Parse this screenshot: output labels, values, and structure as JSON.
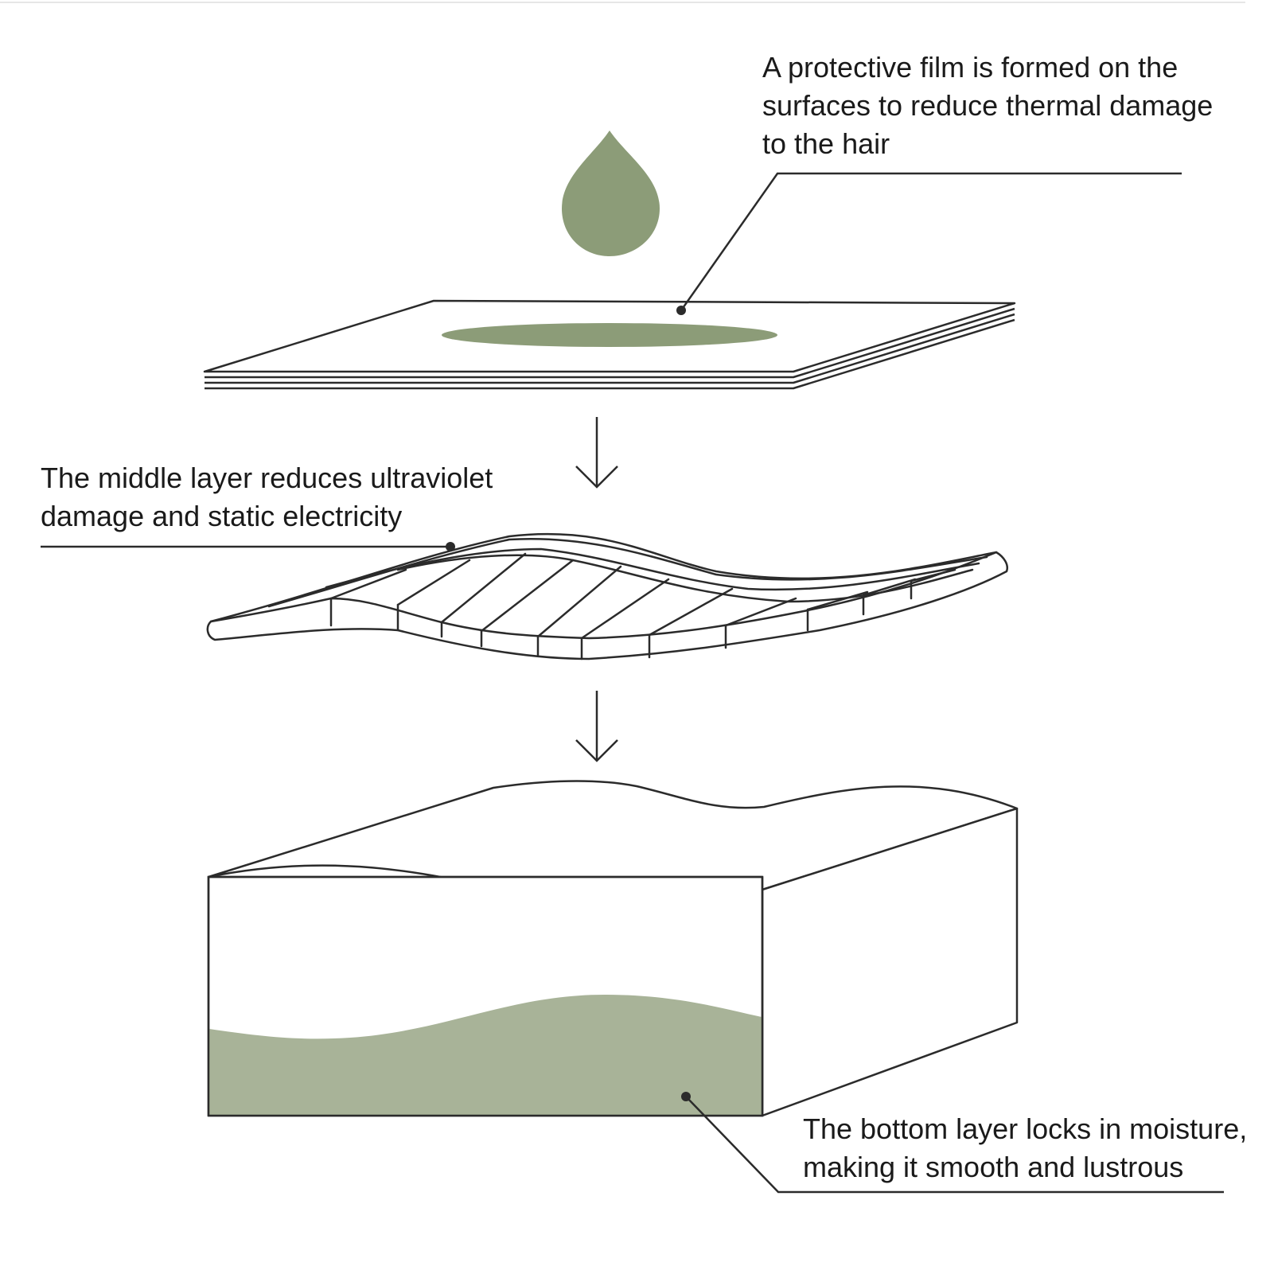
{
  "colors": {
    "accent_dark": "#8c9c78",
    "accent_light": "#a8b398",
    "line": "#2b2b2b",
    "background": "#ffffff"
  },
  "annotations": {
    "top": {
      "lines": [
        "A protective film is formed on the",
        "surfaces to reduce thermal damage",
        "to the hair"
      ]
    },
    "middle": {
      "lines": [
        "The middle layer reduces ultraviolet",
        "damage and static electricity"
      ]
    },
    "bottom": {
      "lines": [
        "The bottom layer locks in moisture,",
        "making it smooth and lustrous"
      ]
    }
  },
  "icons": [
    "droplet-icon",
    "down-arrow-icon",
    "down-arrow-icon"
  ]
}
